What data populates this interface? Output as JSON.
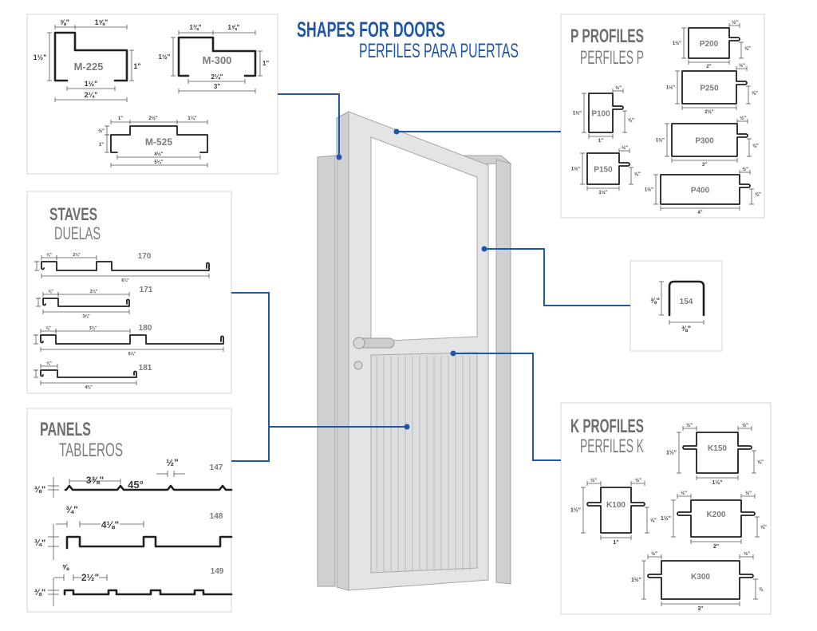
{
  "title": {
    "main": "SHAPES FOR DOORS",
    "sub": "PERFILES PARA PUERTAS"
  },
  "colors": {
    "accent": "#1f56a8",
    "heading_gray": "#6d6e71",
    "profile_stroke": "#231f20",
    "door_gray": "#e3e4e6"
  },
  "m_profiles": [
    {
      "name": "M-225",
      "dims": [
        "⅝\"",
        "1⅝\"",
        "1½\"",
        "1\"",
        "1½\"",
        "2¼\""
      ]
    },
    {
      "name": "M-300",
      "dims": [
        "1⅜\"",
        "1⅝\"",
        "1½\"",
        "1\"",
        "2¼\"",
        "3\""
      ]
    },
    {
      "name": "M-525",
      "dims": [
        "1\"",
        "2½\"",
        "1¼\"",
        "½\"",
        "1\"",
        "4½\"",
        "5¼\""
      ]
    }
  ],
  "p_profiles": {
    "title": "P PROFILES",
    "subtitle": "PERFILES P",
    "items": [
      {
        "name": "P200",
        "height": "1½\"",
        "tab": "½\"",
        "tab_height": "⅝\"",
        "width": "2\""
      },
      {
        "name": "P250",
        "height": "1½\"",
        "tab": "½\"",
        "tab_height": "⅝\"",
        "width": "2½\""
      },
      {
        "name": "P300",
        "height": "1½\"",
        "tab": "½\"",
        "tab_height": "⅝\"",
        "width": "3\""
      },
      {
        "name": "P400",
        "height": "1½\"",
        "tab": "½\"",
        "tab_height": "⅝\"",
        "width": "4\""
      },
      {
        "name": "P100",
        "height": "1½\"",
        "tab": "½\"",
        "tab_height": "⅝\"",
        "width": "1\""
      },
      {
        "name": "P150",
        "height": "1½\"",
        "tab": "½\"",
        "tab_height": "⅝\"",
        "width": "1½\""
      }
    ]
  },
  "profile_154": {
    "name": "154",
    "height": "⅜\"",
    "width": "⅜\""
  },
  "staves": {
    "title": "STAVES",
    "subtitle": "DUELAS",
    "items": [
      {
        "name": "170",
        "dims": [
          "⅝\"",
          "2¾\"",
          "6¾\""
        ]
      },
      {
        "name": "171",
        "dims": [
          "⅝\"",
          "2¾\"",
          "3⅝\""
        ]
      },
      {
        "name": "180",
        "dims": [
          "⅝\"",
          "3¾\"",
          "6⅞\""
        ]
      },
      {
        "name": "181",
        "dims": [
          "⅝\"",
          "4⅜\""
        ]
      }
    ]
  },
  "panels": {
    "title": "PANELS",
    "subtitle": "TABLEROS",
    "items": [
      {
        "name": "147",
        "height": "⅜\"",
        "pitch": "3⅜\"",
        "angle": "45°",
        "rib_width": "½\""
      },
      {
        "name": "148",
        "height": "¾\"",
        "rib_width": "¾\"",
        "pitch": "4⅛\""
      },
      {
        "name": "149",
        "height": "⅜\"",
        "rib_width": "⅝",
        "pitch": "2½\""
      }
    ]
  },
  "k_profiles": {
    "title": "K PROFILES",
    "subtitle": "PERFILES K",
    "items": [
      {
        "name": "K150",
        "tab_left": "½\"",
        "tab_right": "½\"",
        "height": "1½\"",
        "tab_height": "⅝\"",
        "width": "1½\""
      },
      {
        "name": "K100",
        "tab_left": "½\"",
        "tab_right": "½\"",
        "height": "1½\"",
        "tab_height": "⅝\"",
        "width": "1\""
      },
      {
        "name": "K200",
        "tab_left": "½\"",
        "tab_right": "½\"",
        "height": "1½\"",
        "tab_height": "⅝\"",
        "width": "2\""
      },
      {
        "name": "K300",
        "tab_left": "½\"",
        "tab_right": "½\"",
        "height": "1½\"",
        "tab_height": "⅝",
        "width": "3\""
      }
    ]
  }
}
